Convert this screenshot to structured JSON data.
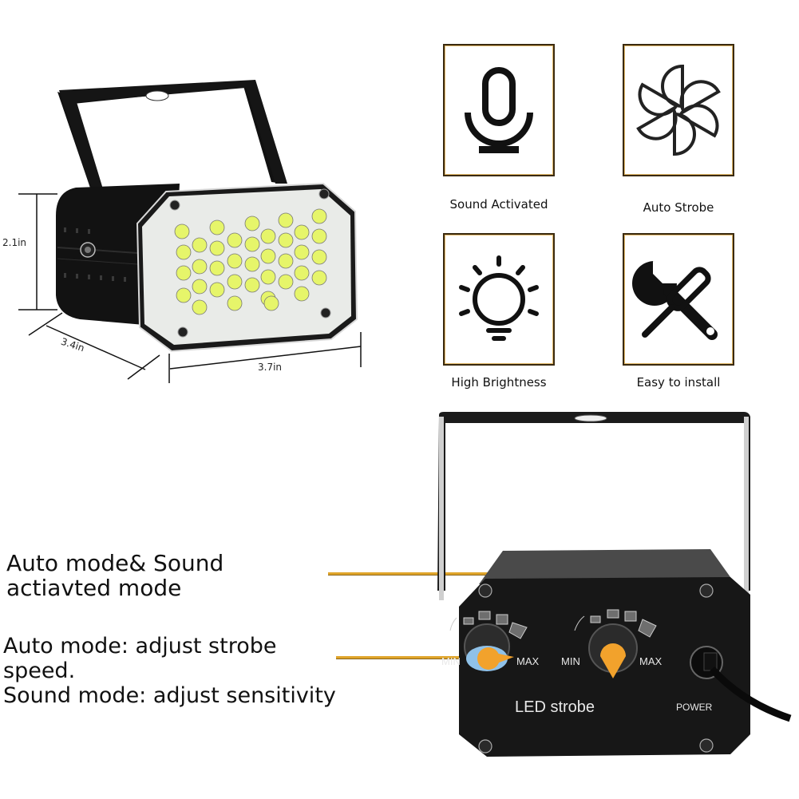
{
  "product_diagram": {
    "dimensions": {
      "height": "2.1in",
      "depth": "3.4in",
      "width": "3.7in"
    },
    "led_count": 40,
    "colors": {
      "housing": "#111111",
      "lens": "#e9ebe8",
      "led": "#e6f56a"
    }
  },
  "features": [
    {
      "icon": "microphone-icon",
      "label": "Sound Activated"
    },
    {
      "icon": "strobe-pinwheel-icon",
      "label": "Auto Strobe"
    },
    {
      "icon": "light-bulb-icon",
      "label": "High Brightness"
    },
    {
      "icon": "wrench-screwdriver-icon",
      "label": "Easy to install"
    }
  ],
  "annotations": {
    "mode_knob": {
      "line1": "Auto mode& Sound",
      "line2": "actiavted mode"
    },
    "speed_knob": {
      "line1": "Auto mode: adjust strobe",
      "line2": "speed.",
      "line3": "Sound mode: adjust sensitivity"
    },
    "leader_color": "#e0a52b"
  },
  "control_panel": {
    "knob_left": {
      "min_label": "MIN",
      "max_label": "MAX"
    },
    "knob_right": {
      "min_label": "MIN",
      "max_label": "MAX"
    },
    "brand_label": "LED strobe",
    "power_label": "POWER",
    "indicator_color": "#f2a22c",
    "indicator_ring_color": "#8fc1e8"
  }
}
